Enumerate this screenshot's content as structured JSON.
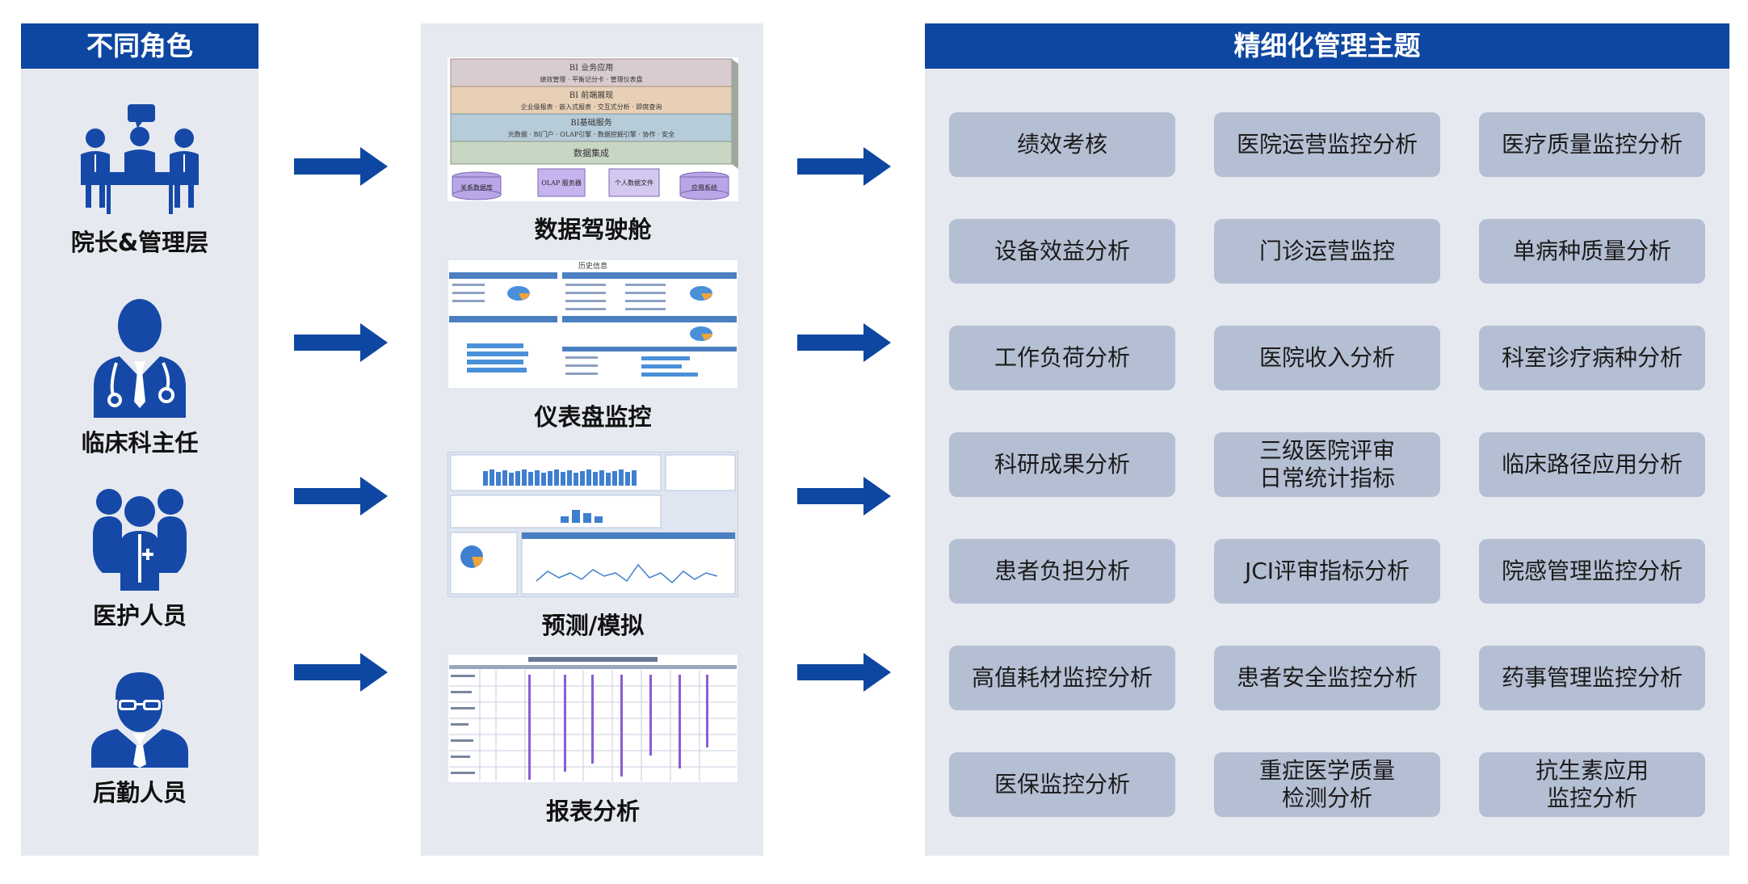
{
  "colors": {
    "header_blue": "#0e47a1",
    "panel_bg": "#e6e9f0",
    "topic_bg": "#b5bfd3",
    "icon_blue": "#1649a7",
    "arrow_blue": "#0e47a1"
  },
  "roles": {
    "header": "不同角色",
    "items": [
      {
        "label": "院长&管理层",
        "icon": "meeting-group-icon"
      },
      {
        "label": "临床科主任",
        "icon": "doctor-stethoscope-icon"
      },
      {
        "label": "医护人员",
        "icon": "medical-staff-icon"
      },
      {
        "label": "后勤人员",
        "icon": "staff-worker-icon"
      }
    ]
  },
  "tools": {
    "items": [
      {
        "label": "数据驾驶舱",
        "thumb": {
          "layers": [
            "BI 业务应用",
            "BI 前端展现",
            "BI基础服务",
            "数据集成"
          ],
          "sublines": [
            "绩效管理 · 平衡记分卡 · 管理仪表盘",
            "企业级报表 · 嵌入式报表 · 交互式分析 · 即席查询",
            "元数据 · BI门户 · OLAP引擎 · 数据挖掘引擎 · 协作 · 安全"
          ],
          "sources": [
            "关系数据库",
            "OLAP 服务器",
            "个人数据文件",
            "应用系统"
          ]
        }
      },
      {
        "label": "仪表盘监控",
        "thumb": {
          "title": "历史信息"
        }
      },
      {
        "label": "预测/模拟",
        "thumb": {}
      },
      {
        "label": "报表分析",
        "thumb": {}
      }
    ]
  },
  "topics": {
    "header": "精细化管理主题",
    "items": [
      "绩效考核",
      "医院运营监控分析",
      "医疗质量监控分析",
      "设备效益分析",
      "门诊运营监控",
      "单病种质量分析",
      "工作负荷分析",
      "医院收入分析",
      "科室诊疗病种分析",
      "科研成果分析",
      "三级医院评审\n日常统计指标",
      "临床路径应用分析",
      "患者负担分析",
      "JCI评审指标分析",
      "院感管理监控分析",
      "高值耗材监控分析",
      "患者安全监控分析",
      "药事管理监控分析",
      "医保监控分析",
      "重症医学质量\n检测分析",
      "抗生素应用\n监控分析"
    ]
  },
  "arrows": {
    "icon": "right-arrow-icon"
  }
}
